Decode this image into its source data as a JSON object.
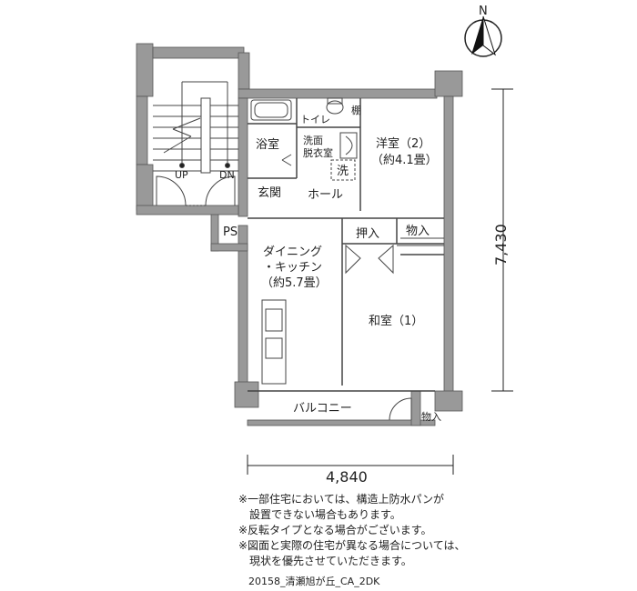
{
  "labels": {
    "bath": "浴室",
    "toilet": "トイレ",
    "shelf": "棚",
    "washroom_1": "洗面",
    "washroom_2": "脱衣室",
    "washer": "洗",
    "western_1": "洋室（2）",
    "western_2": "（約4.1畳）",
    "entrance": "玄関",
    "hall": "ホール",
    "closet": "押入",
    "storage": "物入",
    "ps": "PS",
    "dining_1": "ダイニング",
    "dining_2": "・キッチン",
    "dining_3": "（約5.7畳）",
    "japanese": "和室（1）",
    "balcony": "バルコニー",
    "balcony_storage": "物入",
    "up": "UP",
    "dn": "DN",
    "north": "N"
  },
  "dimensions": {
    "width": "4,840",
    "height": "7,430"
  },
  "notes": [
    "※一部住宅においては、構造上防水パンが",
    "設置できない場合もあります。",
    "※反転タイプとなる場合がございます。",
    "※図面と実際の住宅が異なる場合については、",
    "現状を優先させていただきます。"
  ],
  "plan_code": "20158_清瀬旭が丘_CA_2DK"
}
